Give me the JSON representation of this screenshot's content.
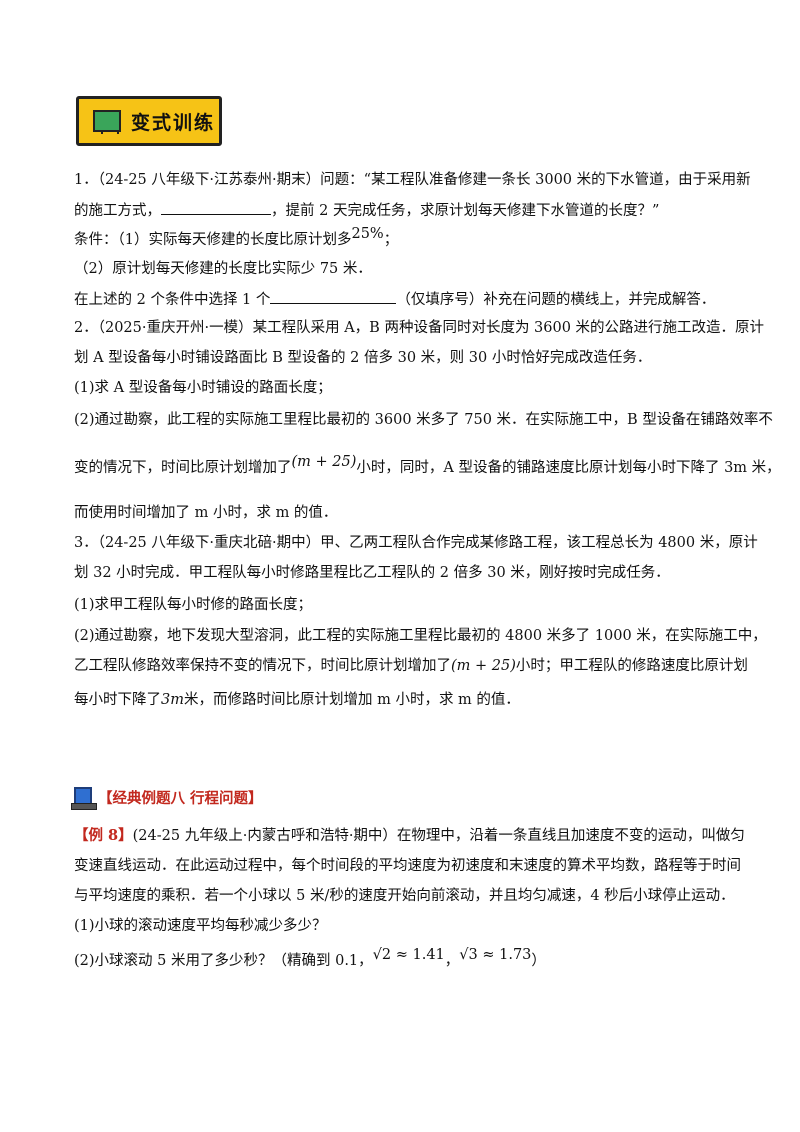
{
  "badge": {
    "label": "变式训练"
  },
  "problems": {
    "p1": {
      "l1": "1．（24-25 八年级下·江苏泰州·期末）问题：“某工程队准备修建一条长 3000 米的下水管道，由于采用新",
      "l2a": "的施工方式，",
      "l2b": "，提前 2 天完成任务，求原计划每天修建下水管道的长度？”",
      "l3a": "条件：（1）实际每天修建的长度比原计划多",
      "l3b": "25%",
      "l3c": "；",
      "l4": "（2）原计划每天修建的长度比实际少 75 米．",
      "l5a": "在上述的 2 个条件中选择 1 个",
      "l5b": "（仅填序号）补充在问题的横线上，并完成解答．"
    },
    "p2": {
      "l1": "2．（2025·重庆开州·一模）某工程队采用 A，B 两种设备同时对长度为 3600 米的公路进行施工改造．原计",
      "l2": "划 A 型设备每小时铺设路面比 B 型设备的 2 倍多 30 米，则 30 小时恰好完成改造任务．",
      "l3": "(1)求 A 型设备每小时铺设的路面长度；",
      "l4": "(2)通过勘察，此工程的实际施工里程比最初的 3600 米多了 750 米．在实际施工中，B 型设备在铺路效率不",
      "l5a": "变的情况下，时间比原计划增加了",
      "l5b": "(m + 25)",
      "l5c": "小时，同时，A 型设备的铺路速度比原计划每小时下降了 3m 米，",
      "l6": "而使用时间增加了 m 小时，求 m 的值．"
    },
    "p3": {
      "l1": "3．（24-25 八年级下·重庆北碚·期中）甲、乙两工程队合作完成某修路工程，该工程总长为 4800 米，原计",
      "l2": "划 32 小时完成．甲工程队每小时修路里程比乙工程队的 2 倍多 30 米，刚好按时完成任务．",
      "l3": "(1)求甲工程队每小时修的路面长度；",
      "l4": "(2)通过勘察，地下发现大型溶洞，此工程的实际施工里程比最初的 4800 米多了 1000 米，在实际施工中，",
      "l5a": "乙工程队修路效率保持不变的情况下，时间比原计划增加了",
      "l5b": "(m + 25)",
      "l5c": "小时；甲工程队的修路速度比原计划",
      "l6a": "每小时下降了",
      "l6b": "3m",
      "l6c": "米，而修路时间比原计划增加 m 小时，求 m 的值．"
    }
  },
  "example": {
    "header": "【经典例题八  行程问题】",
    "tag": "【例 8】",
    "l1": "(24-25 九年级上·内蒙古呼和浩特·期中）在物理中，沿着一条直线且加速度不变的运动，叫做匀",
    "l2": "变速直线运动．在此运动过程中，每个时间段的平均速度为初速度和末速度的算术平均数，路程等于时间",
    "l3": "与平均速度的乘积．若一个小球以 5 米/秒的速度开始向前滚动，并且均匀减速，4 秒后小球停止运动．",
    "l4": "(1)小球的滚动速度平均每秒减少多少？",
    "l5a": "(2)小球滚动 5 米用了多少秒？（精确到 0.1，",
    "l5b": "√2 ≈ 1.41",
    "l5c": "，",
    "l5d": "√3 ≈ 1.73",
    "l5e": "）"
  }
}
